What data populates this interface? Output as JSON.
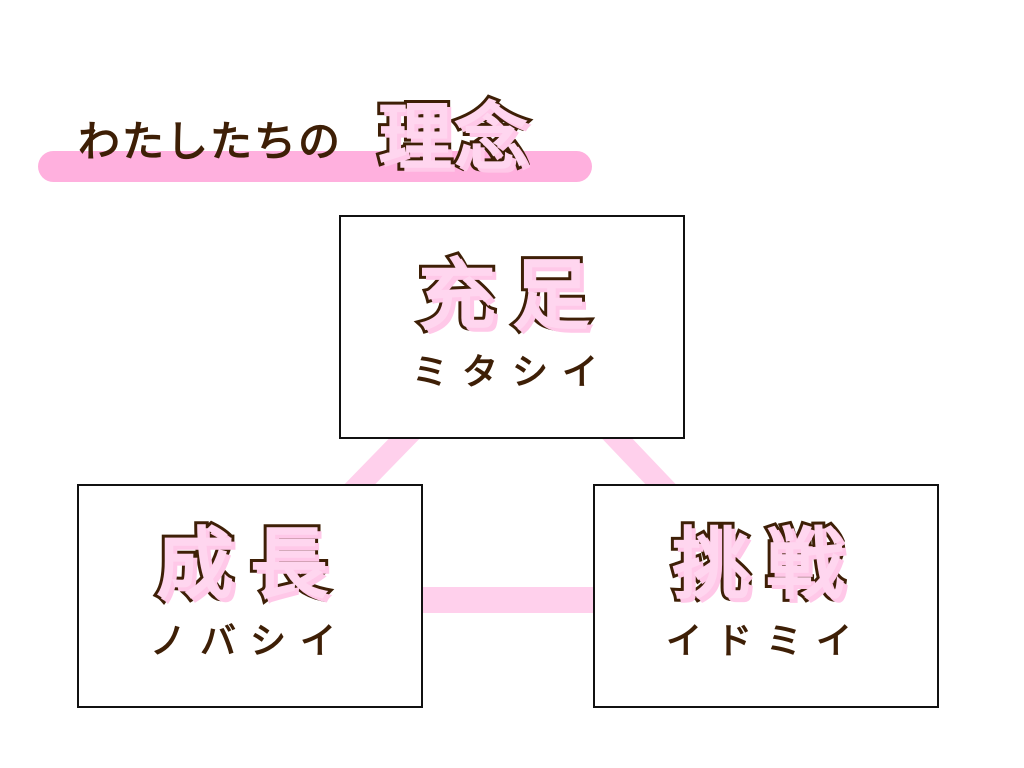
{
  "header": {
    "subtitle": "わたしたちの",
    "title": "理念"
  },
  "values": [
    {
      "kanji": "充足",
      "reading": "ミタシイ"
    },
    {
      "kanji": "成長",
      "reading": "ノバシイ"
    },
    {
      "kanji": "挑戦",
      "reading": "イドミイ"
    }
  ],
  "colors": {
    "accent_pink": "#ffb0de",
    "line_pink": "#ffd0ec",
    "text_brown": "#3e1f06"
  }
}
